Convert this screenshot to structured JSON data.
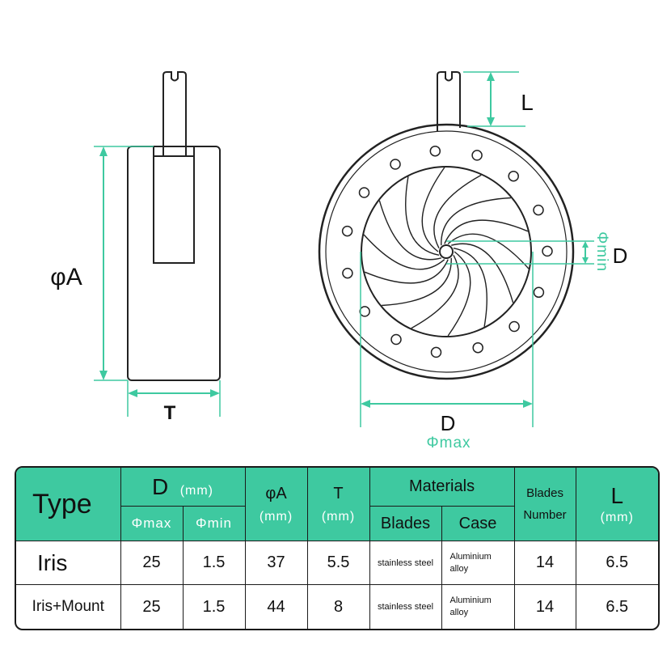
{
  "diagram": {
    "labels": {
      "phi_a": "φA",
      "t": "T",
      "l": "L",
      "d_side": "D",
      "d_bottom": "D",
      "phi_max": "Φmax",
      "phi_min": "Φmin"
    },
    "colors": {
      "accent": "#3ec9a0",
      "outline": "#222222"
    },
    "blade_count": 14,
    "hole_count": 15
  },
  "table": {
    "header": {
      "type": "Type",
      "d": "D",
      "d_unit": "(mm)",
      "phi_max": "Φmax",
      "phi_min": "Φmin",
      "phi_a": "φA",
      "phi_a_unit": "(mm)",
      "t": "T",
      "t_unit": "(mm)",
      "materials": "Materials",
      "blades": "Blades",
      "case": "Case",
      "blades_number_1": "Blades",
      "blades_number_2": "Number",
      "l": "L",
      "l_unit": "(mm)"
    },
    "rows": [
      {
        "type": "Iris",
        "phi_max": "25",
        "phi_min": "1.5",
        "phi_a": "37",
        "t": "5.5",
        "blades_material": "stainless steel",
        "case_material_1": "Aluminium",
        "case_material_2": "alloy",
        "blades_number": "14",
        "l": "6.5"
      },
      {
        "type": "Iris+Mount",
        "phi_max": "25",
        "phi_min": "1.5",
        "phi_a": "44",
        "t": "8",
        "blades_material": "stainless steel",
        "case_material_1": "Aluminium",
        "case_material_2": "alloy",
        "blades_number": "14",
        "l": "6.5"
      }
    ]
  }
}
